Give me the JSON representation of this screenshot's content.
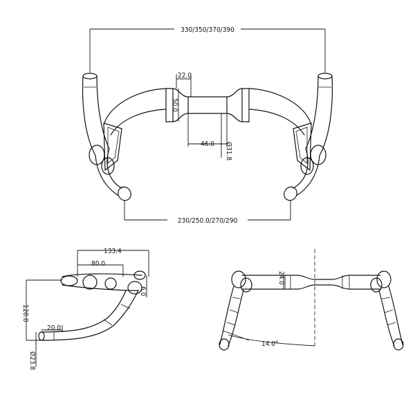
{
  "dimensions": {
    "top_width": "330/350/370/390",
    "clamp_width": "22.0",
    "clamp_height": "50.0",
    "center_length": "46.0",
    "clamp_diameter": "Ø31.8",
    "drop_width": "230/250.0/270/290",
    "reach_total": "133.4",
    "reach_inner": "80.0",
    "rise": "6.0",
    "drop": "120.0",
    "end_length": "20.0",
    "end_diameter": "Ø23.8",
    "center_height": "24.0",
    "flare_angle": "14.0°"
  }
}
